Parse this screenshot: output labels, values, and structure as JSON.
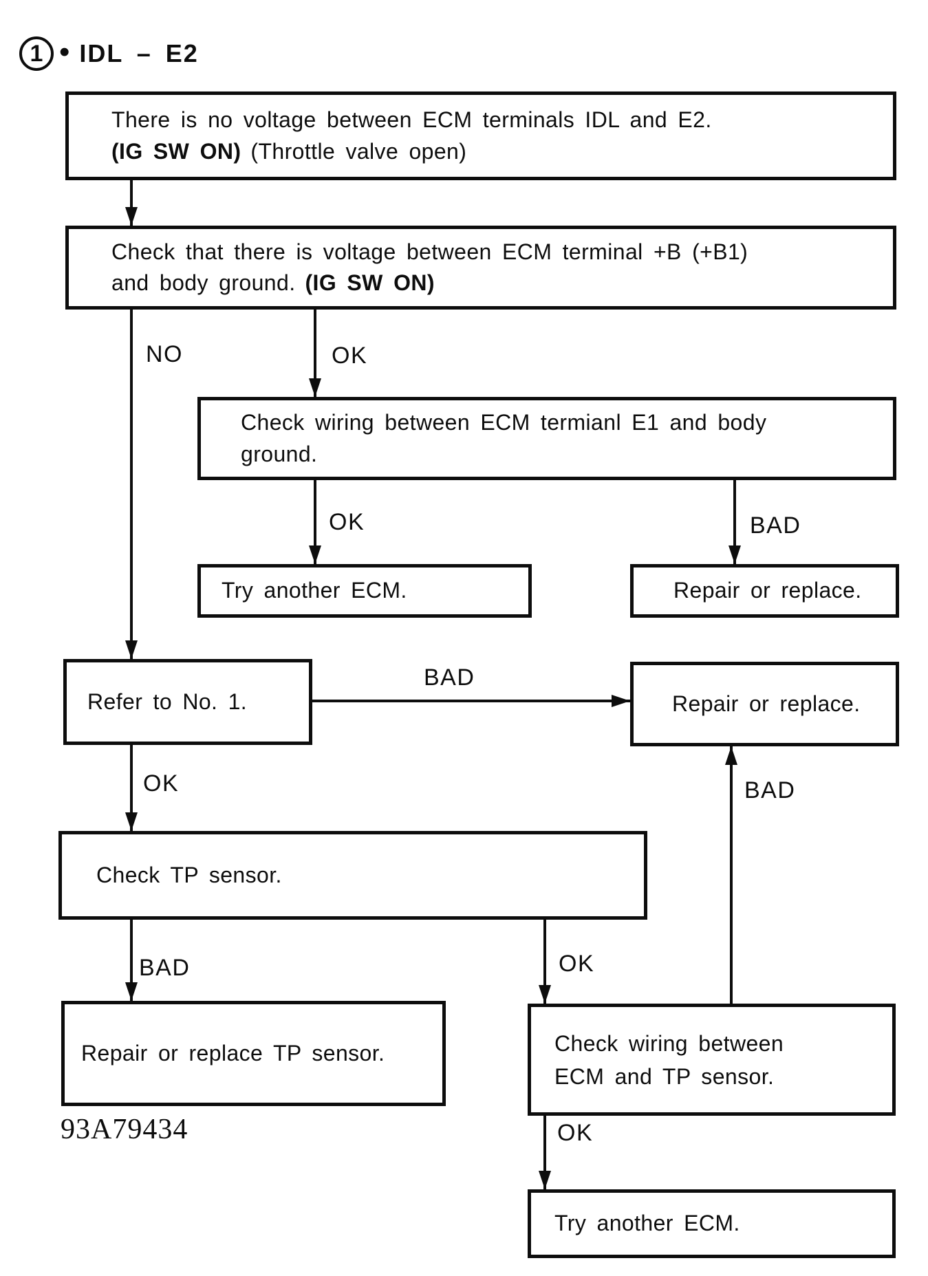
{
  "header": {
    "number": "1",
    "bullet": "•",
    "title": "IDL – E2"
  },
  "figure_code": "93A79434",
  "nodes": {
    "problem": {
      "line1": "There is no voltage between ECM terminals IDL and E2.",
      "line2_bold": "(IG SW ON)",
      "line2_rest": "(Throttle valve open)"
    },
    "check_b_voltage": {
      "line1": "Check that there is voltage between ECM terminal +B (+B1)",
      "line2_rest": "and body ground.",
      "line2_bold": "(IG SW ON)"
    },
    "check_e1_wiring": {
      "line1": "Check wiring between ECM termianl E1 and body",
      "line2": "ground."
    },
    "try_ecm_1": {
      "text": "Try another ECM."
    },
    "repair_1": {
      "text": "Repair or replace."
    },
    "refer_no1": {
      "text": "Refer to No. 1."
    },
    "repair_2": {
      "text": "Repair or replace."
    },
    "check_tp": {
      "text": "Check TP sensor."
    },
    "repair_tp": {
      "text": "Repair or replace TP sensor."
    },
    "check_tp_wiring": {
      "line1": "Check wiring between",
      "line2": "ECM and TP sensor."
    },
    "try_ecm_2": {
      "text": "Try another ECM."
    }
  },
  "labels": {
    "no_1": "NO",
    "ok_1": "OK",
    "ok_2": "OK",
    "bad_1": "BAD",
    "bad_2": "BAD",
    "ok_3": "OK",
    "bad_3": "BAD",
    "bad_4": "BAD",
    "ok_4": "OK",
    "ok_5": "OK"
  }
}
